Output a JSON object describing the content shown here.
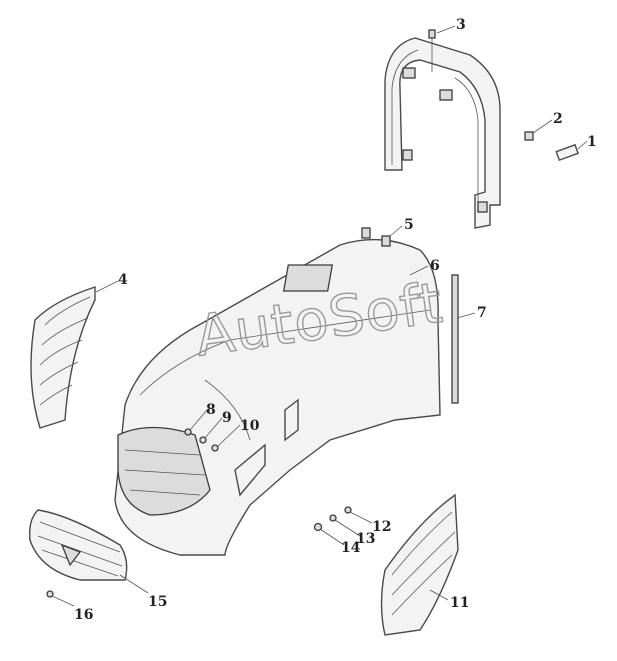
{
  "watermark": "AutoSoft",
  "callouts": [
    {
      "id": "c1",
      "text": "1"
    },
    {
      "id": "c2",
      "text": "2"
    },
    {
      "id": "c3",
      "text": "3"
    },
    {
      "id": "c4",
      "text": "4"
    },
    {
      "id": "c5",
      "text": "5"
    },
    {
      "id": "c6",
      "text": "6"
    },
    {
      "id": "c7",
      "text": "7"
    },
    {
      "id": "c8",
      "text": "8"
    },
    {
      "id": "c9",
      "text": "9"
    },
    {
      "id": "c10",
      "text": "10"
    },
    {
      "id": "c11",
      "text": "11"
    },
    {
      "id": "c12",
      "text": "12"
    },
    {
      "id": "c13",
      "text": "13"
    },
    {
      "id": "c14",
      "text": "14"
    },
    {
      "id": "c15",
      "text": "15"
    },
    {
      "id": "c16",
      "text": "16"
    }
  ],
  "colors": {
    "line": "#4a4a4a",
    "background": "#ffffff",
    "watermark": "#9a9a9a"
  }
}
